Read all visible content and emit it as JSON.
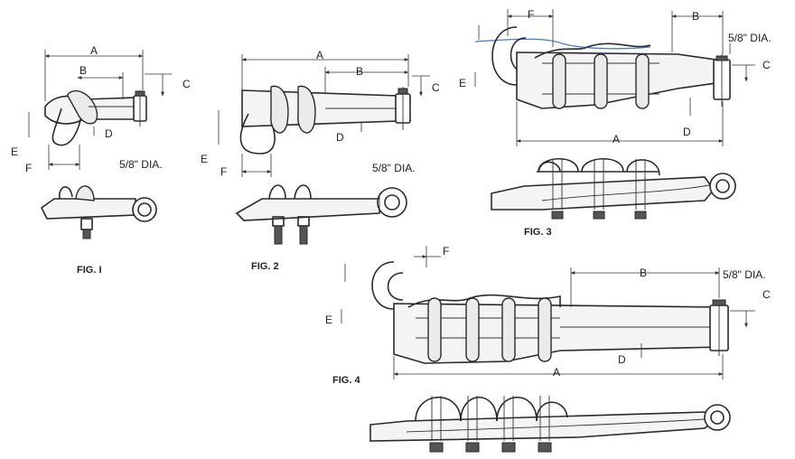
{
  "figures": {
    "fig1": {
      "caption": "FIG. I",
      "dims": {
        "A": "A",
        "B": "B",
        "C": "C",
        "D": "D",
        "E": "E",
        "F": "F"
      },
      "dia": "5/8\" DIA."
    },
    "fig2": {
      "caption": "FIG. 2",
      "dims": {
        "A": "A",
        "B": "B",
        "C": "C",
        "D": "D",
        "E": "E",
        "F": "F"
      },
      "dia": "5/8\" DIA."
    },
    "fig3": {
      "caption": "FIG. 3",
      "dims": {
        "A": "A",
        "B": "B",
        "C": "C",
        "D": "D",
        "E": "E",
        "F": "F"
      },
      "dia": "5/8\" DIA."
    },
    "fig4": {
      "caption": "FIG. 4",
      "dims": {
        "A": "A",
        "B": "B",
        "C": "C",
        "D": "D",
        "E": "E",
        "F": "F"
      },
      "dia": "5/8\" DIA."
    }
  }
}
